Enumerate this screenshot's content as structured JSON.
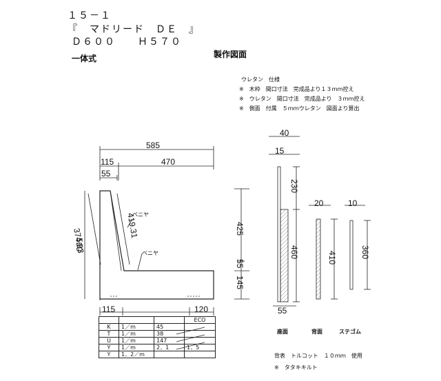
{
  "header": {
    "code": "１５－１",
    "model": "『　マドリード　ＤＥ　』",
    "size": "Ｄ６００　　Ｈ５７０",
    "type": "一体式",
    "drawing_title": "製作図面"
  },
  "notes": {
    "title": "ウレタン　仕様",
    "lines": [
      "※　木枠　間口寸法　完成品より１３ｍｍ控え",
      "※　ウレタン　間口寸法　完成品より　３ｍｍ控え",
      "※　側面　付属　５ｍｍウレタン　図面より算出"
    ]
  },
  "side_view": {
    "dim_total_depth": "585",
    "dim_back_depth": "115",
    "dim_seat_depth": "470",
    "dim_top_back": "55",
    "dim_back_front": "374.83",
    "dim_back_rear": "419.31",
    "dim_height": "560",
    "dim_back_height": "425",
    "dim_mid": "55",
    "dim_seat_height": "145",
    "dim_bottom_left": "115",
    "dim_bottom_right": "120",
    "label_veneer_back": "ベニヤ",
    "label_veneer_seat": "ベニヤ"
  },
  "parts": {
    "dim_seat_top_width": "40",
    "dim_seat_sub_width": "15",
    "dim_seat_top_h": "230",
    "dim_seat_bottom_h": "460",
    "dim_seat_base": "55",
    "dim_back_width": "20",
    "dim_back_h": "410",
    "dim_gom_width": "10",
    "dim_gom_h": "360",
    "label_seat": "座面",
    "label_back": "背面",
    "label_gom": "ステゴム"
  },
  "spec_table": {
    "header": [
      "",
      "",
      "",
      "ECO"
    ],
    "rows": [
      [
        "K",
        "1／m",
        "45",
        ""
      ],
      [
        "T",
        "1／m",
        "38",
        ""
      ],
      [
        "U",
        "1／m",
        "147",
        ""
      ],
      [
        "Y",
        "1／m",
        "2．1",
        "1．5"
      ],
      [
        "Y",
        "1．2／m",
        "",
        ""
      ]
    ]
  },
  "footer_notes": {
    "line1": "背表　トルコット　１０ｍｍ　使用",
    "line2": "※　タタキキルト"
  }
}
